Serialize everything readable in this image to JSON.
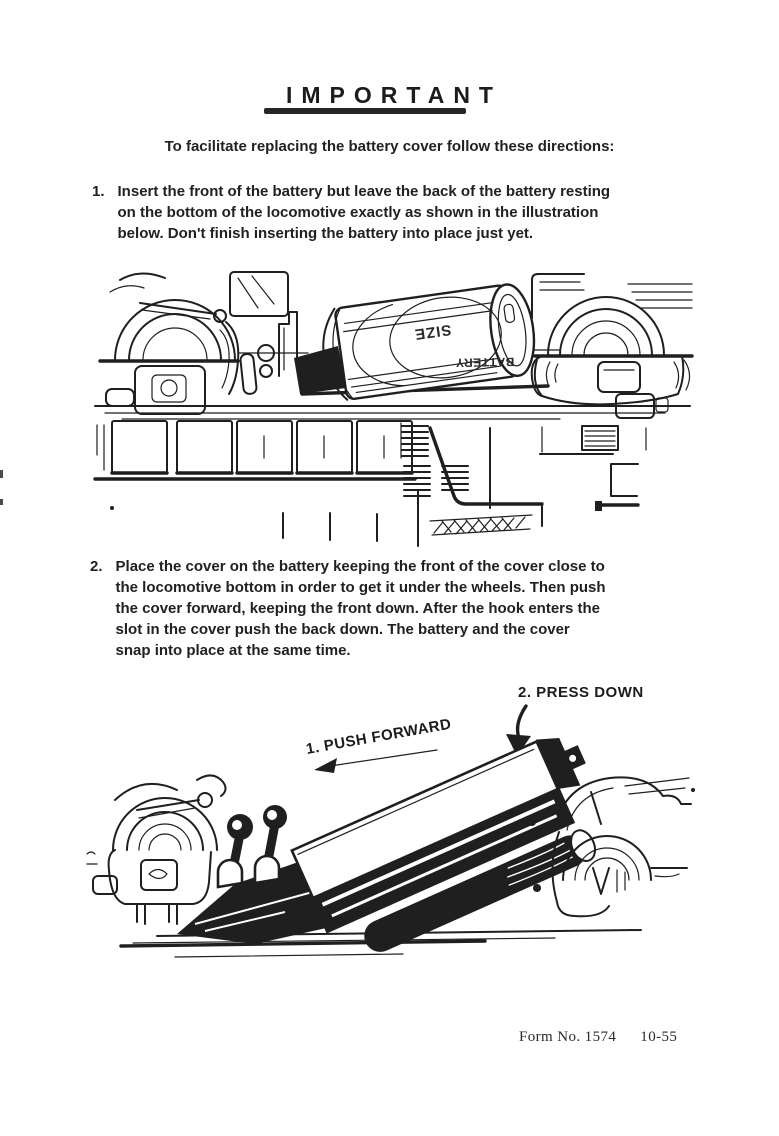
{
  "colors": {
    "ink": "#1f1f1f",
    "paper": "#ffffff"
  },
  "page": {
    "title": "IMPORTANT",
    "intro": "To facilitate replacing the battery cover follow these directions:",
    "steps": [
      {
        "number": "1.",
        "text": "Insert the front of the battery but leave the back of the battery resting\non the bottom of the locomotive exactly as shown in the illustration\nbelow. Don't finish inserting the battery into place just yet."
      },
      {
        "number": "2.",
        "text": "Place the cover on the battery keeping the front of the cover close to\nthe locomotive bottom in order to get it under the wheels. Then push\nthe cover forward, keeping the front down. After the hook enters the\nslot in the cover push the back down. The battery and the cover\nsnap into place at the same time."
      }
    ],
    "figure1": {
      "battery_label_size": "SIZE",
      "battery_label_battery": "BATTERY"
    },
    "figure2": {
      "annotation_push_forward": "1. PUSH FORWARD",
      "annotation_press_down": "2. PRESS DOWN"
    },
    "footer": {
      "form_number": "Form No. 1574",
      "date_code": "10-55"
    }
  }
}
